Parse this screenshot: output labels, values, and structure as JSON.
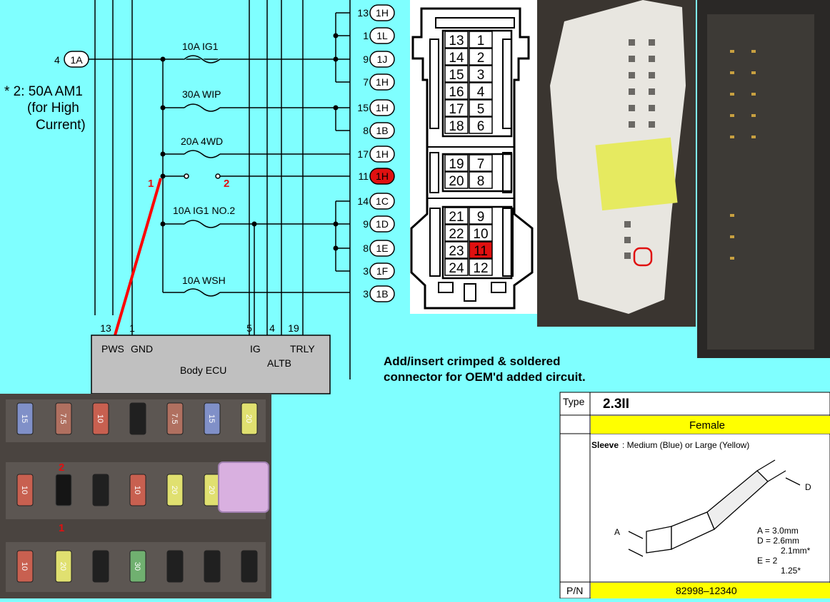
{
  "diagram": {
    "left_block": {
      "input_pin": "4",
      "input_connector": "1A",
      "note_line1": "* 2: 50A AM1",
      "note_line2": "(for High",
      "note_line3": "Current)"
    },
    "fuses": [
      {
        "label": "10A IG1"
      },
      {
        "label": "30A WIP"
      },
      {
        "label": "20A 4WD"
      },
      {
        "label": "10A IG1 NO.2"
      },
      {
        "label": "10A WSH"
      }
    ],
    "circuit_markers": {
      "point1": "1",
      "point2": "2"
    },
    "connectors": [
      {
        "pin": "13",
        "conn": "1H",
        "highlight": false
      },
      {
        "pin": "1",
        "conn": "1L",
        "highlight": false
      },
      {
        "pin": "9",
        "conn": "1J",
        "highlight": false
      },
      {
        "pin": "7",
        "conn": "1H",
        "highlight": false
      },
      {
        "pin": "15",
        "conn": "1H",
        "highlight": false
      },
      {
        "pin": "8",
        "conn": "1B",
        "highlight": false
      },
      {
        "pin": "17",
        "conn": "1H",
        "highlight": false
      },
      {
        "pin": "11",
        "conn": "1H",
        "highlight": true
      },
      {
        "pin": "14",
        "conn": "1C",
        "highlight": false
      },
      {
        "pin": "9",
        "conn": "1D",
        "highlight": false
      },
      {
        "pin": "8",
        "conn": "1E",
        "highlight": false
      },
      {
        "pin": "3",
        "conn": "1F",
        "highlight": false
      },
      {
        "pin": "3",
        "conn": "1B",
        "highlight": false
      }
    ],
    "ecu": {
      "name": "Body ECU",
      "pin_numbers": [
        "13",
        "1",
        "5",
        "4",
        "19"
      ],
      "pin_labels": [
        "PWS",
        "GND",
        "IG",
        "ALTB",
        "TRLY"
      ]
    },
    "connector_grid": [
      [
        "13",
        "1"
      ],
      [
        "14",
        "2"
      ],
      [
        "15",
        "3"
      ],
      [
        "16",
        "4"
      ],
      [
        "17",
        "5"
      ],
      [
        "18",
        "6"
      ],
      [
        "19",
        "7"
      ],
      [
        "20",
        "8"
      ],
      [
        "21",
        "9"
      ],
      [
        "22",
        "10"
      ],
      [
        "23",
        "11"
      ],
      [
        "24",
        "12"
      ]
    ],
    "highlight_cell": "11",
    "caption_line1": "Add/insert crimped & soldered",
    "caption_line2": "connector for OEM'd added circuit.",
    "fuse_box_photo": {
      "row1": [
        "15",
        "7.5",
        "10",
        "",
        "7.5",
        "15",
        "20"
      ],
      "row2": [
        "10",
        "",
        "10",
        "20",
        "20"
      ],
      "row3": [
        "10",
        "20",
        "",
        "30",
        "",
        "",
        ""
      ],
      "markers": {
        "top": "2",
        "bottom": "1"
      }
    },
    "terminal_spec": {
      "type_label": "Type",
      "type_value": "2.3II",
      "gender": "Female",
      "sleeve_label": "Sleeve",
      "sleeve_text": ": Medium (Blue) or Large (Yellow)",
      "dims": [
        "A = 3.0mm",
        "D = 2.6mm",
        "2.1mm*",
        "E = 2",
        "1.25*"
      ],
      "dim_letters": [
        "A",
        "D"
      ],
      "pn_label": "P/N",
      "pn_value": "82998–12340"
    }
  },
  "colors": {
    "background": "#7fffff",
    "highlight_red": "#e01010",
    "wire_red": "#ff0000",
    "spec_yellow": "#ffff00",
    "ecu_gray": "#c0c0c0"
  }
}
